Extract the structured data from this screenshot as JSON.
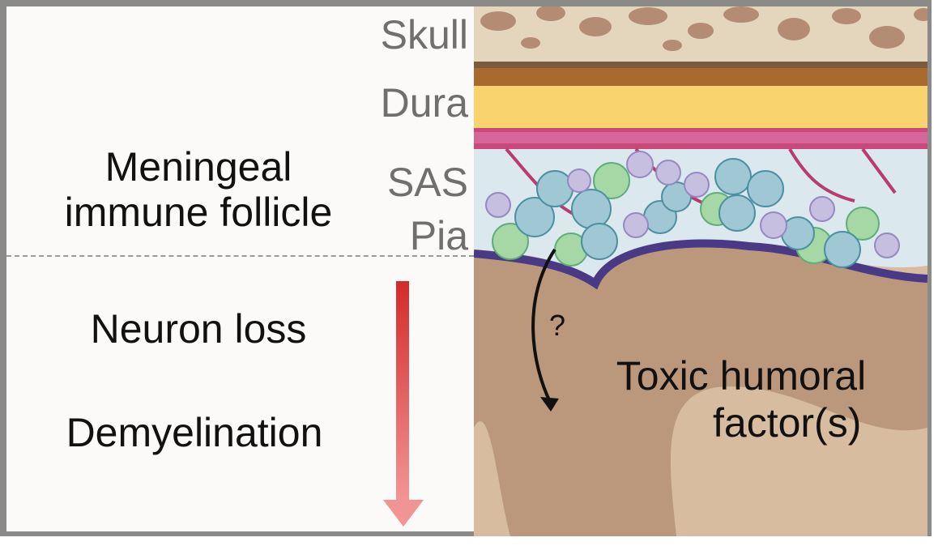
{
  "layers": {
    "skull": "Skull",
    "dura": "Dura",
    "sas": "SAS",
    "pia": "Pia"
  },
  "left": {
    "follicle_line1": "Meningeal",
    "follicle_line2": "immune follicle",
    "neuron_loss": "Neuron loss",
    "demyelination": "Demyelination"
  },
  "right": {
    "question": "?",
    "factor_line1": "Toxic humoral",
    "factor_line2": "factor(s)"
  },
  "colors": {
    "skull": "#e3d6bd",
    "bone_spots": "#b48c74",
    "periosteum": "#a86a2e",
    "dura": "#f8d36e",
    "vessel": "#c94a7a",
    "sas": "#dbe9ef",
    "pia": "#4a3a86",
    "brain": "#bb987c",
    "brain_light": "#d7bc9f",
    "arrow_top": "#d42a2a",
    "arrow_bottom": "#f08a8a"
  }
}
